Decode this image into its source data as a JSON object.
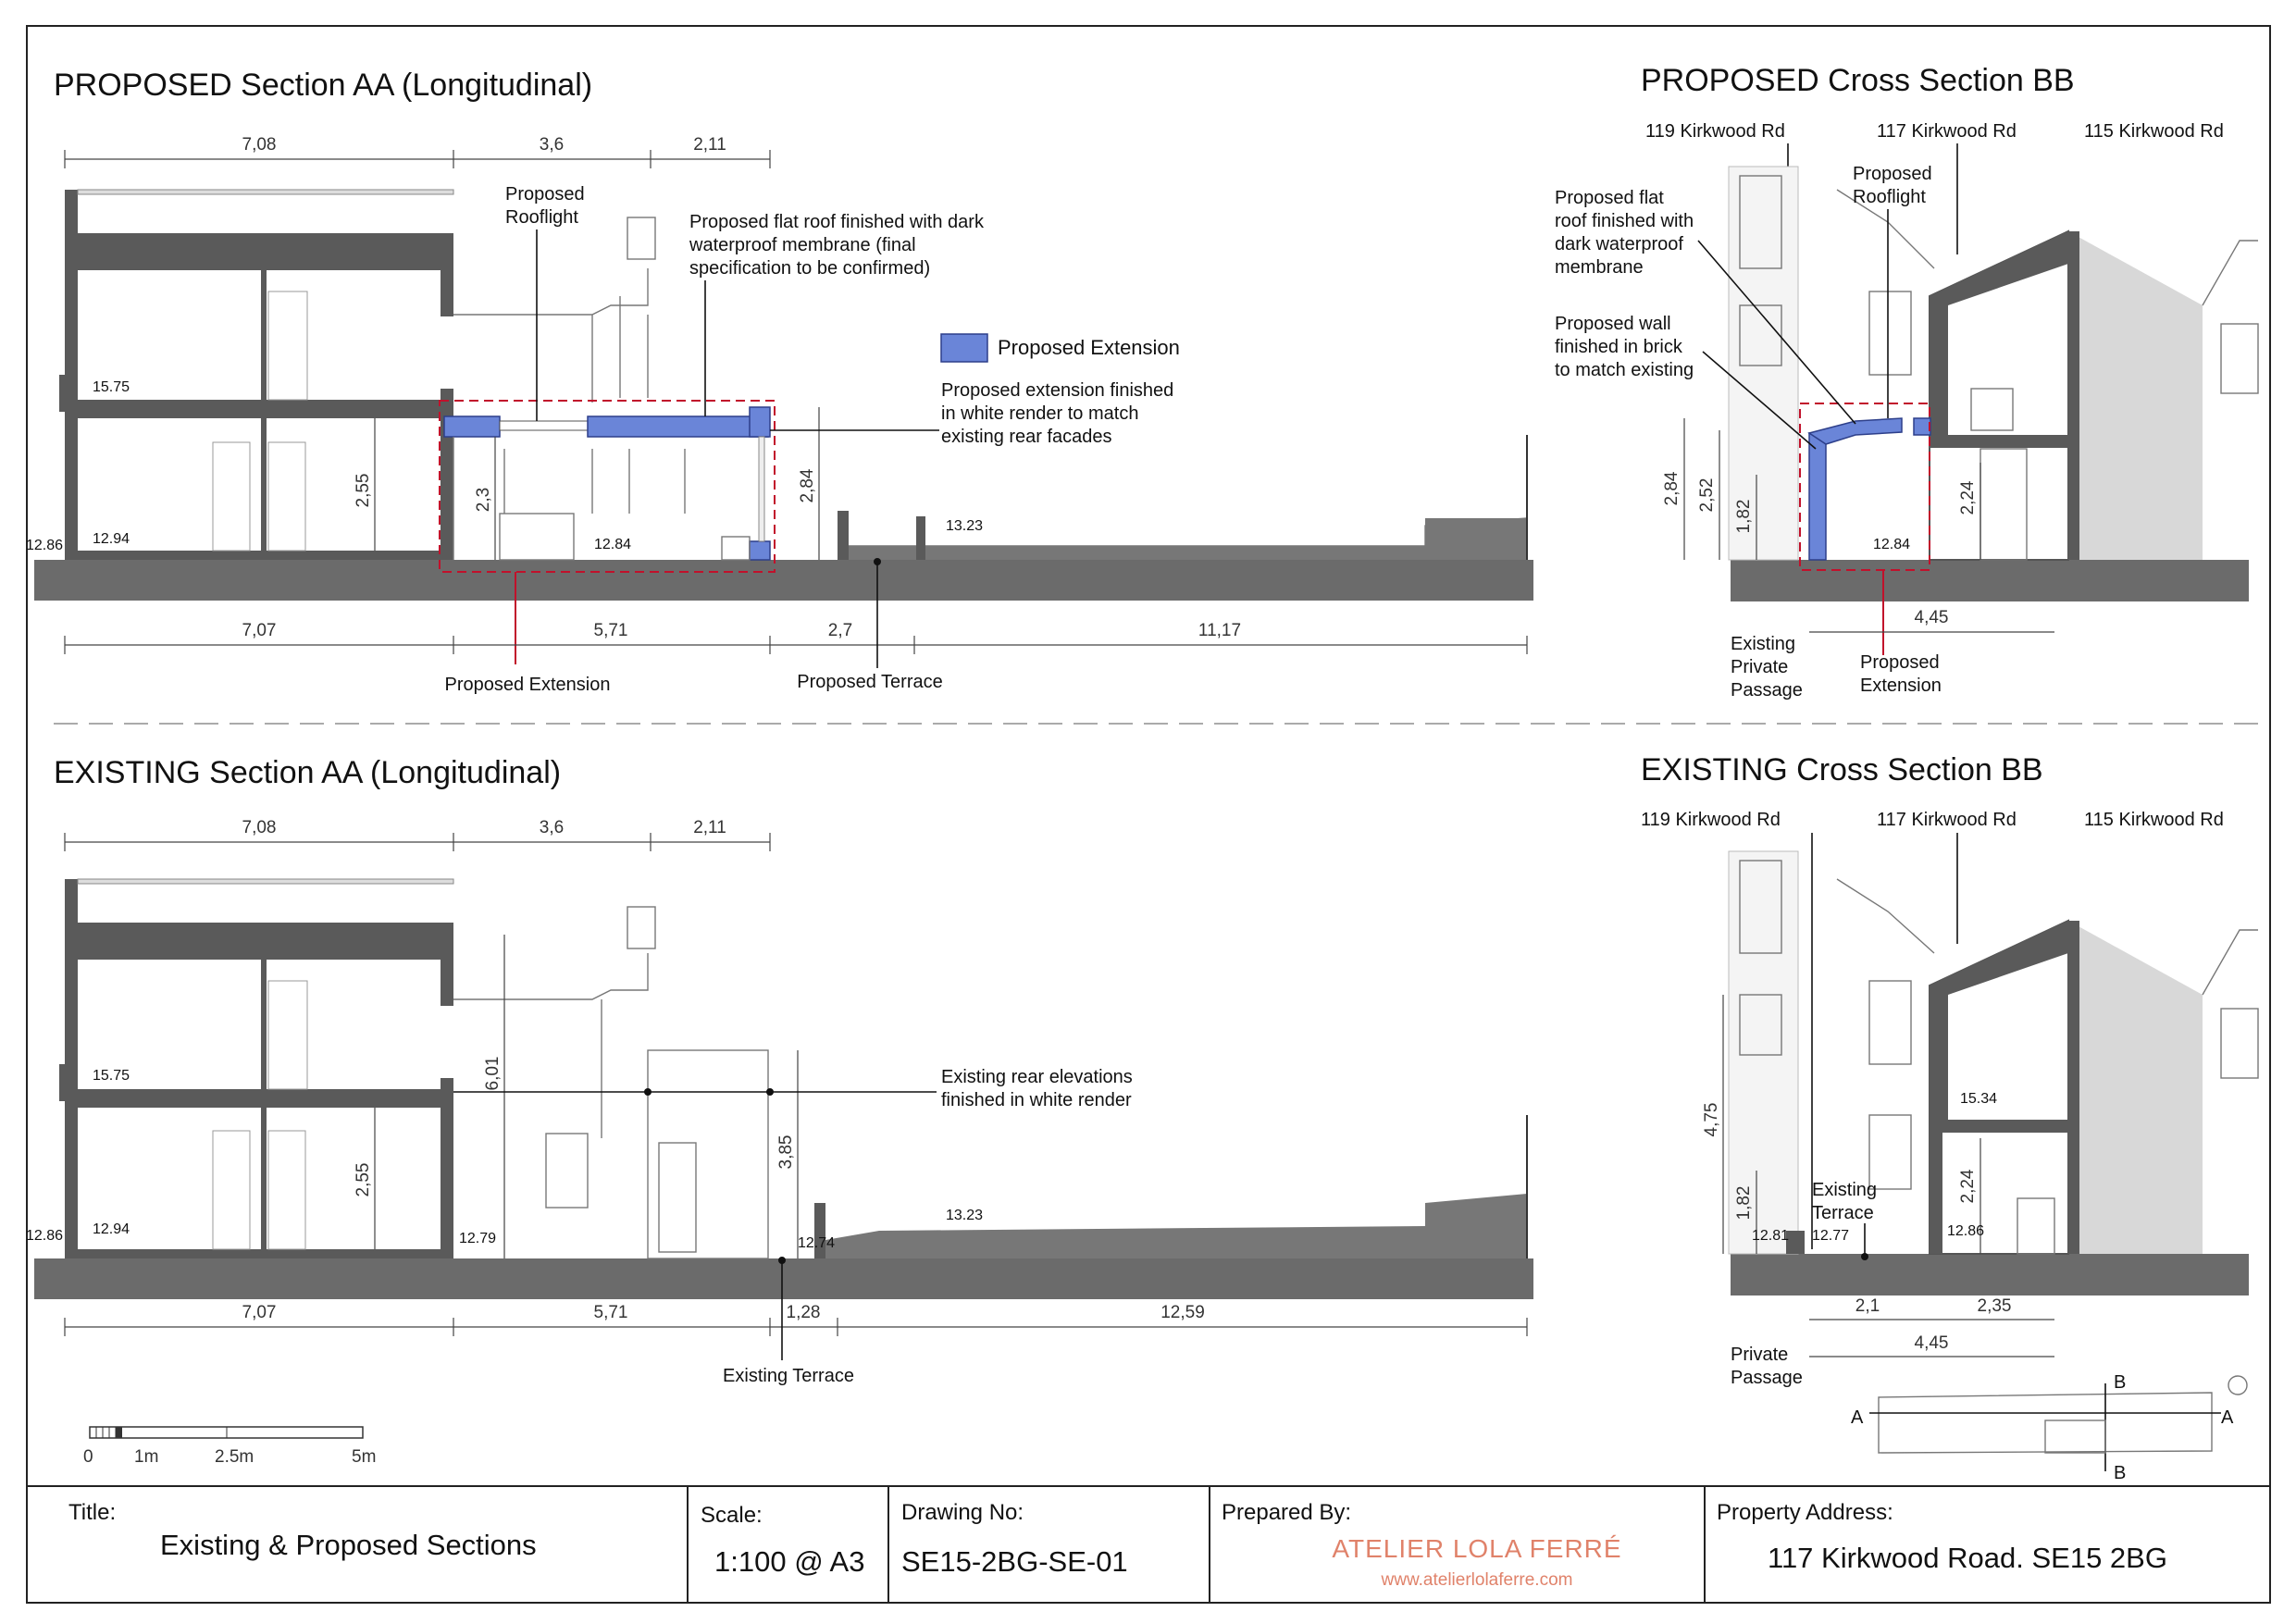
{
  "sections": {
    "proposed_aa": {
      "title": "PROPOSED Section AA (Longitudinal)",
      "dims_top": [
        "7,08",
        "3,6",
        "2,11"
      ],
      "dims_bottom": [
        "7,07",
        "5,71",
        "2,7",
        "11,17"
      ],
      "heights": [
        "2,55",
        "2,3",
        "2,84"
      ],
      "levels": [
        "15.75",
        "12.86",
        "12.94",
        "12.84",
        "13.23"
      ],
      "labels": {
        "rooflight": [
          "Proposed",
          "Rooflight"
        ],
        "flat_roof": [
          "Proposed flat roof finished with dark",
          "waterproof membrane (final",
          "specification to be confirmed)"
        ],
        "legend": "Proposed Extension",
        "render": [
          "Proposed extension finished",
          "in white render to match",
          "existing rear facades"
        ],
        "extension": "Proposed Extension",
        "terrace": "Proposed Terrace"
      }
    },
    "proposed_bb": {
      "title": "PROPOSED Cross Section BB",
      "neighbours": [
        "119 Kirkwood Rd",
        "117 Kirkwood Rd",
        "115 Kirkwood Rd"
      ],
      "labels": {
        "rooflight": [
          "Proposed",
          "Rooflight"
        ],
        "flat_roof": [
          "Proposed flat",
          "roof finished with",
          "dark waterproof",
          "membrane"
        ],
        "wall": [
          "Proposed wall",
          "finished in brick",
          "to match existing"
        ],
        "passage": [
          "Existing",
          "Private",
          "Passage"
        ],
        "extension": [
          "Proposed",
          "Extension"
        ]
      },
      "heights": [
        "2,84",
        "2,52",
        "1,82",
        "2,24"
      ],
      "levels": [
        "12.84"
      ],
      "width": "4,45"
    },
    "existing_aa": {
      "title": "EXISTING Section AA (Longitudinal)",
      "dims_top": [
        "7,08",
        "3,6",
        "2,11"
      ],
      "dims_bottom": [
        "7,07",
        "5,71",
        "1,28",
        "12,59"
      ],
      "heights": [
        "2,55",
        "6,01",
        "3,85"
      ],
      "levels": [
        "15.75",
        "12.86",
        "12.94",
        "12.79",
        "12.74",
        "13.23"
      ],
      "labels": {
        "render": [
          "Existing rear elevations",
          "finished in white render"
        ],
        "terrace": "Existing Terrace"
      }
    },
    "existing_bb": {
      "title": "EXISTING Cross Section BB",
      "neighbours": [
        "119 Kirkwood Rd",
        "117 Kirkwood Rd",
        "115 Kirkwood Rd"
      ],
      "heights": [
        "4,75",
        "1,82",
        "2,24"
      ],
      "levels": [
        "15.34",
        "12.81",
        "12.77",
        "12.86"
      ],
      "dims": [
        "2,1",
        "2,35",
        "4,45"
      ],
      "labels": {
        "terrace": [
          "Existing",
          "Terrace"
        ],
        "passage": [
          "Private",
          "Passage"
        ]
      }
    }
  },
  "scale_bar": {
    "ticks": [
      "0",
      "1m",
      "2.5m",
      "5m"
    ]
  },
  "key_plan": {
    "a": "A",
    "b": "B"
  },
  "title_block": {
    "title_label": "Title:",
    "title_value": "Existing & Proposed Sections",
    "scale_label": "Scale:",
    "scale_value": "1:100 @ A3",
    "drawing_label": "Drawing No:",
    "drawing_value": "SE15-2BG-SE-01",
    "prepared_label": "Prepared By:",
    "firm": "ATELIER LOLA FERRÉ",
    "website": "www.atelierlolaferre.com",
    "address_label": "Property Address:",
    "address_value": "117 Kirkwood Road. SE15 2BG"
  },
  "colors": {
    "extension": "#6a85d8",
    "redline": "#c1112b",
    "firm": "#e0826a"
  }
}
